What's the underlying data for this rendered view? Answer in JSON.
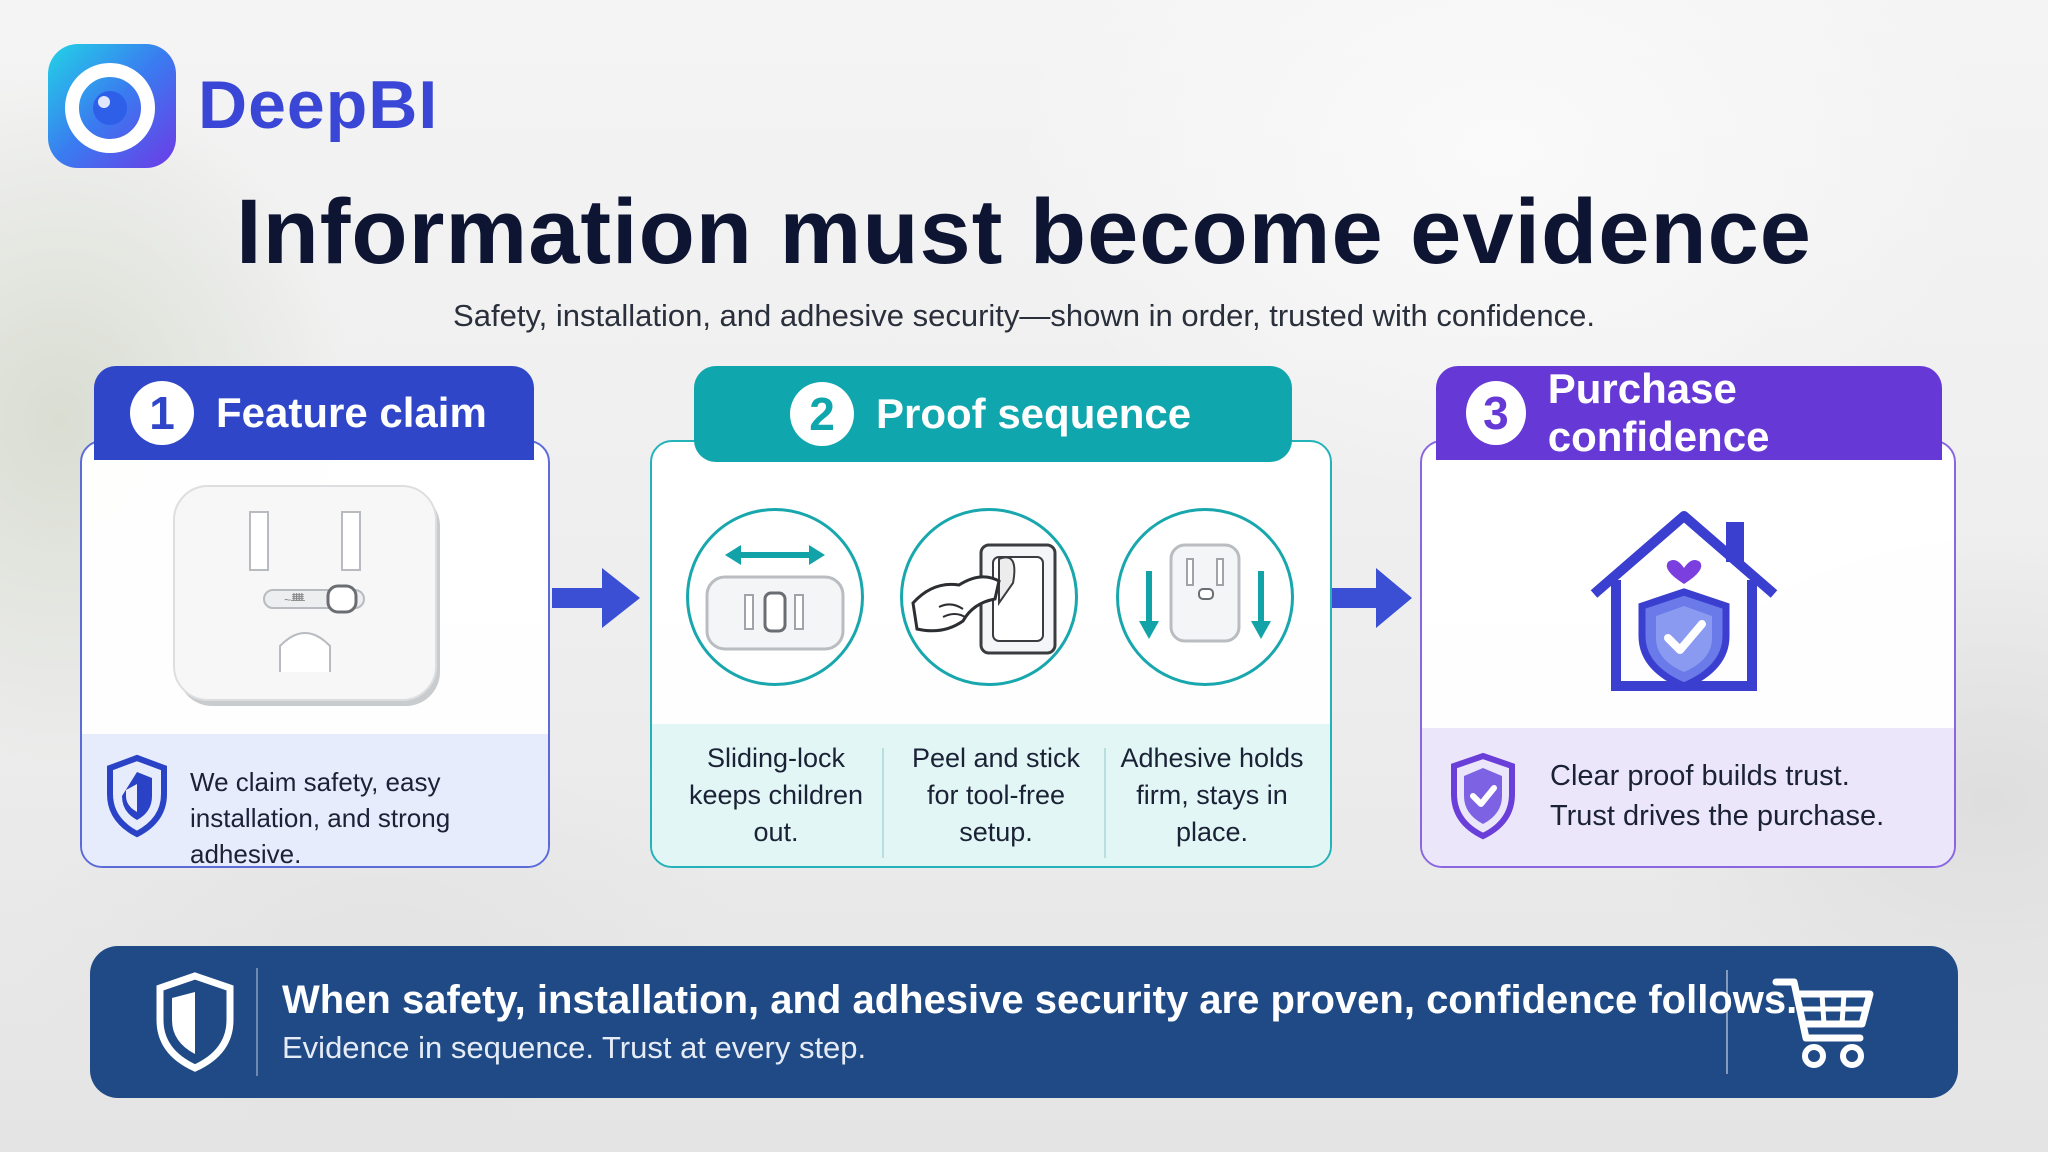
{
  "brand": {
    "name": "DeepBI",
    "logo_icon": "eye-ring-logo-icon"
  },
  "title": "Information must become evidence",
  "subtitle": "Safety, installation, and adhesive security—shown in order, trusted with confidence.",
  "steps": [
    {
      "number": "1",
      "heading": "Feature claim",
      "color": "#3046c8",
      "image": "outlet-cover-icon",
      "footer_icon": "shield-icon",
      "footer_text": "We claim safety, easy installation, and strong adhesive."
    },
    {
      "number": "2",
      "heading": "Proof sequence",
      "color": "#0fa6ad",
      "proofs": [
        {
          "icon": "sliding-lock-icon",
          "text": "Sliding-lock keeps children out."
        },
        {
          "icon": "peel-and-stick-icon",
          "text": "Peel and stick for tool-free setup."
        },
        {
          "icon": "adhesive-hold-icon",
          "text": "Adhesive holds firm, stays in place."
        }
      ]
    },
    {
      "number": "3",
      "heading": "Purchase confidence",
      "color": "#6639d6",
      "image": "house-shield-icon",
      "footer_icon": "shield-check-icon",
      "footer_line1": "Clear proof builds trust.",
      "footer_line2": "Trust drives the purchase."
    }
  ],
  "banner": {
    "icon": "shield-icon",
    "main": "When safety, installation, and adhesive security are proven, confidence follows.",
    "sub": "Evidence in sequence. Trust at every step.",
    "cart_icon": "shopping-cart-icon",
    "color": "#1f4a86"
  }
}
